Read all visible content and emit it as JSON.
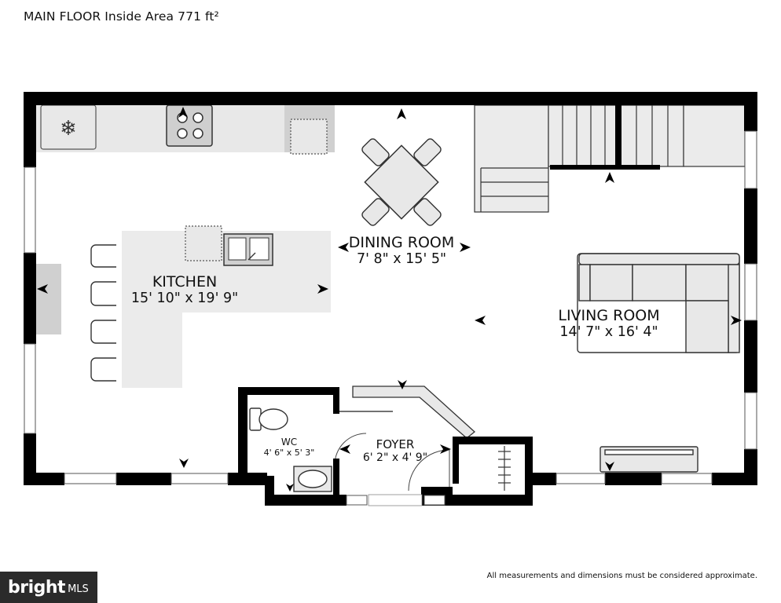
{
  "title": "MAIN FLOOR Inside Area 771 ft²",
  "disclaimer": "All measurements and dimensions must be considered approximate.",
  "logo": {
    "brand": "bright",
    "sub": "MLS"
  },
  "rooms": [
    {
      "key": "kitchen",
      "name": "KITCHEN",
      "dimensions": "15' 10\" x 19' 9\""
    },
    {
      "key": "dining",
      "name": "DINING ROOM",
      "dimensions": "7' 8\" x 15' 5\""
    },
    {
      "key": "living",
      "name": "LIVING ROOM",
      "dimensions": "14' 7\" x 16' 4\""
    },
    {
      "key": "wc",
      "name": "WC",
      "dimensions": "4' 6\" x 5' 3\""
    },
    {
      "key": "foyer",
      "name": "FOYER",
      "dimensions": "6' 2\" x 4' 9\""
    }
  ],
  "colors": {
    "wall": "#000000",
    "fixture": "#e8e8e8",
    "fixture_dark": "#d0d0d0",
    "window": "#ffffff"
  }
}
